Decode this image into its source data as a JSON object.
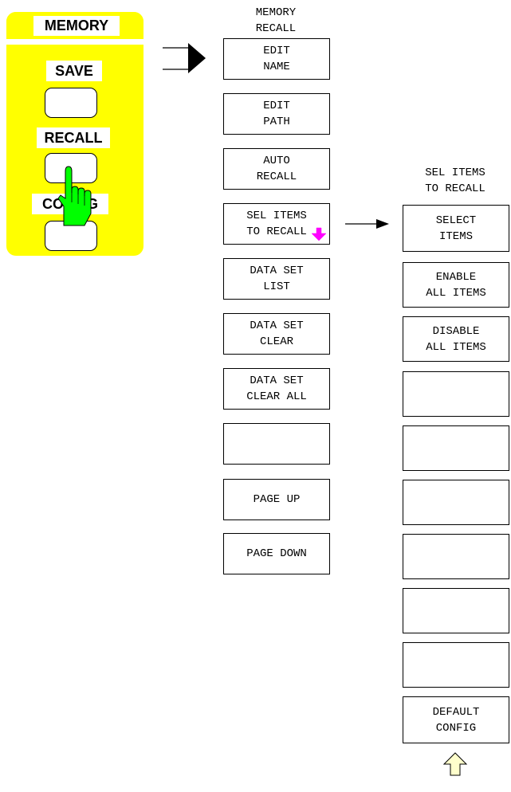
{
  "hardkeys": {
    "header": "MEMORY",
    "save": "SAVE",
    "recall": "RECALL",
    "config": "CONFIG"
  },
  "menu1": {
    "title": "MEMORY\nRECALL",
    "items": [
      "EDIT\nNAME",
      "EDIT\nPATH",
      "AUTO\nRECALL",
      "SEL ITEMS\nTO RECALL",
      "DATA SET\nLIST",
      "DATA SET\nCLEAR",
      "DATA SET\nCLEAR ALL",
      "",
      "PAGE UP",
      "PAGE DOWN"
    ]
  },
  "menu2": {
    "title": "SEL ITEMS\nTO RECALL",
    "items": [
      "SELECT\nITEMS",
      "ENABLE\nALL ITEMS",
      "DISABLE\nALL ITEMS",
      "",
      "",
      "",
      "",
      "",
      "",
      "DEFAULT\nCONFIG"
    ]
  },
  "colors": {
    "panel": "#ffff00",
    "hand": "#00ff00",
    "submenu_marker": "#ff00ff",
    "up_arrow_fill": "#ffffcc"
  },
  "icons": {
    "hand": "pointing-hand-icon",
    "submenu_marker": "down-arrow-icon",
    "page_indicator": "up-arrow-icon"
  }
}
